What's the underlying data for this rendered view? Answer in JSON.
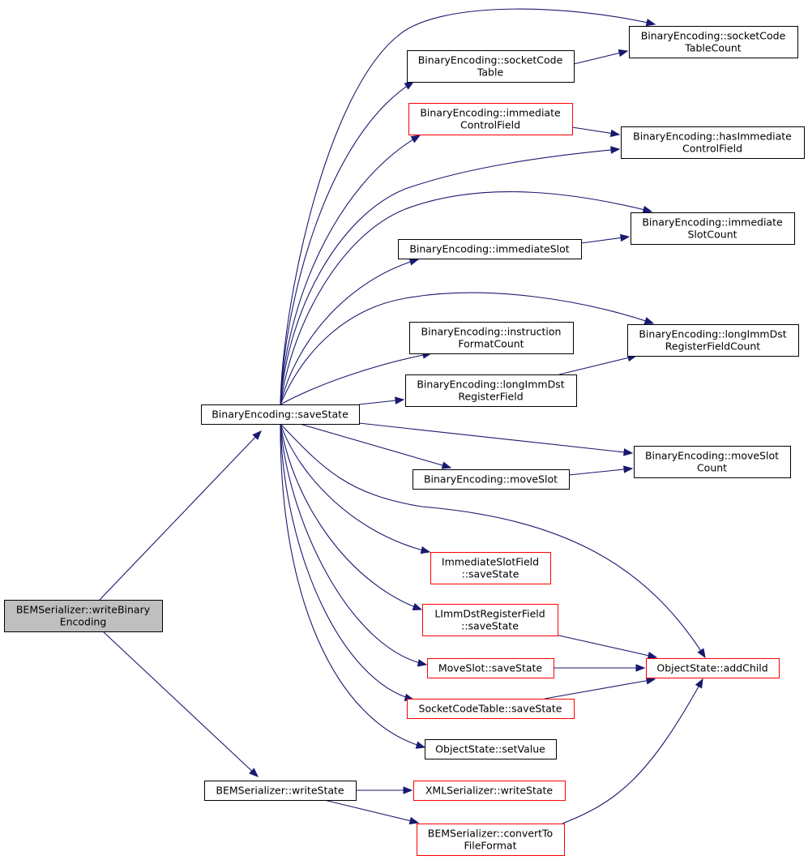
{
  "colors": {
    "edge": "#191970",
    "border_normal": "#000000",
    "border_red": "#ff0000",
    "focus_fill": "#bfbfbf",
    "fill": "#ffffff"
  },
  "nodes": {
    "write_binary_encoding": {
      "lines": [
        "BEMSerializer::writeBinary",
        "Encoding"
      ],
      "style": "focus"
    },
    "save_state": {
      "lines": [
        "BinaryEncoding::saveState"
      ],
      "style": "normal"
    },
    "write_state_bem": {
      "lines": [
        "BEMSerializer::writeState"
      ],
      "style": "normal"
    },
    "socket_code_table_count": {
      "lines": [
        "BinaryEncoding::socketCode",
        "TableCount"
      ],
      "style": "normal"
    },
    "socket_code_table": {
      "lines": [
        "BinaryEncoding::socketCode",
        "Table"
      ],
      "style": "normal"
    },
    "immediate_control_field": {
      "lines": [
        "BinaryEncoding::immediate",
        "ControlField"
      ],
      "style": "red"
    },
    "has_immediate_control_field": {
      "lines": [
        "BinaryEncoding::hasImmediate",
        "ControlField"
      ],
      "style": "normal"
    },
    "immediate_slot_count": {
      "lines": [
        "BinaryEncoding::immediate",
        "SlotCount"
      ],
      "style": "normal"
    },
    "immediate_slot": {
      "lines": [
        "BinaryEncoding::immediateSlot"
      ],
      "style": "normal"
    },
    "instruction_format_count": {
      "lines": [
        "BinaryEncoding::instruction",
        "FormatCount"
      ],
      "style": "normal"
    },
    "long_imm_dst_register_field_count": {
      "lines": [
        "BinaryEncoding::longImmDst",
        "RegisterFieldCount"
      ],
      "style": "normal"
    },
    "long_imm_dst_register_field": {
      "lines": [
        "BinaryEncoding::longImmDst",
        "RegisterField"
      ],
      "style": "normal"
    },
    "move_slot_count": {
      "lines": [
        "BinaryEncoding::moveSlot",
        "Count"
      ],
      "style": "normal"
    },
    "move_slot": {
      "lines": [
        "BinaryEncoding::moveSlot"
      ],
      "style": "normal"
    },
    "immediate_slot_field_save_state": {
      "lines": [
        "ImmediateSlotField",
        "::saveState"
      ],
      "style": "red"
    },
    "limm_dst_register_field_save_state": {
      "lines": [
        "LImmDstRegisterField",
        "::saveState"
      ],
      "style": "red"
    },
    "move_slot_save_state": {
      "lines": [
        "MoveSlot::saveState"
      ],
      "style": "red"
    },
    "object_state_add_child": {
      "lines": [
        "ObjectState::addChild"
      ],
      "style": "red"
    },
    "socket_code_table_save_state": {
      "lines": [
        "SocketCodeTable::saveState"
      ],
      "style": "red"
    },
    "object_state_set_value": {
      "lines": [
        "ObjectState::setValue"
      ],
      "style": "normal"
    },
    "xml_serializer_write_state": {
      "lines": [
        "XMLSerializer::writeState"
      ],
      "style": "red"
    },
    "convert_to_file_format": {
      "lines": [
        "BEMSerializer::convertTo",
        "FileFormat"
      ],
      "style": "red"
    }
  },
  "edges": [
    [
      "write_binary_encoding",
      "save_state"
    ],
    [
      "write_binary_encoding",
      "write_state_bem"
    ],
    [
      "save_state",
      "socket_code_table_count"
    ],
    [
      "save_state",
      "socket_code_table"
    ],
    [
      "save_state",
      "immediate_control_field"
    ],
    [
      "save_state",
      "has_immediate_control_field"
    ],
    [
      "save_state",
      "immediate_slot_count"
    ],
    [
      "save_state",
      "immediate_slot"
    ],
    [
      "save_state",
      "long_imm_dst_register_field_count"
    ],
    [
      "save_state",
      "instruction_format_count"
    ],
    [
      "save_state",
      "long_imm_dst_register_field"
    ],
    [
      "save_state",
      "move_slot_count"
    ],
    [
      "save_state",
      "move_slot"
    ],
    [
      "save_state",
      "object_state_add_child"
    ],
    [
      "save_state",
      "immediate_slot_field_save_state"
    ],
    [
      "save_state",
      "limm_dst_register_field_save_state"
    ],
    [
      "save_state",
      "move_slot_save_state"
    ],
    [
      "save_state",
      "socket_code_table_save_state"
    ],
    [
      "save_state",
      "object_state_set_value"
    ],
    [
      "socket_code_table",
      "socket_code_table_count"
    ],
    [
      "immediate_control_field",
      "has_immediate_control_field"
    ],
    [
      "immediate_slot",
      "immediate_slot_count"
    ],
    [
      "long_imm_dst_register_field",
      "long_imm_dst_register_field_count"
    ],
    [
      "move_slot",
      "move_slot_count"
    ],
    [
      "limm_dst_register_field_save_state",
      "object_state_add_child"
    ],
    [
      "move_slot_save_state",
      "object_state_add_child"
    ],
    [
      "socket_code_table_save_state",
      "object_state_add_child"
    ],
    [
      "write_state_bem",
      "xml_serializer_write_state"
    ],
    [
      "write_state_bem",
      "convert_to_file_format"
    ],
    [
      "convert_to_file_format",
      "object_state_add_child"
    ]
  ]
}
